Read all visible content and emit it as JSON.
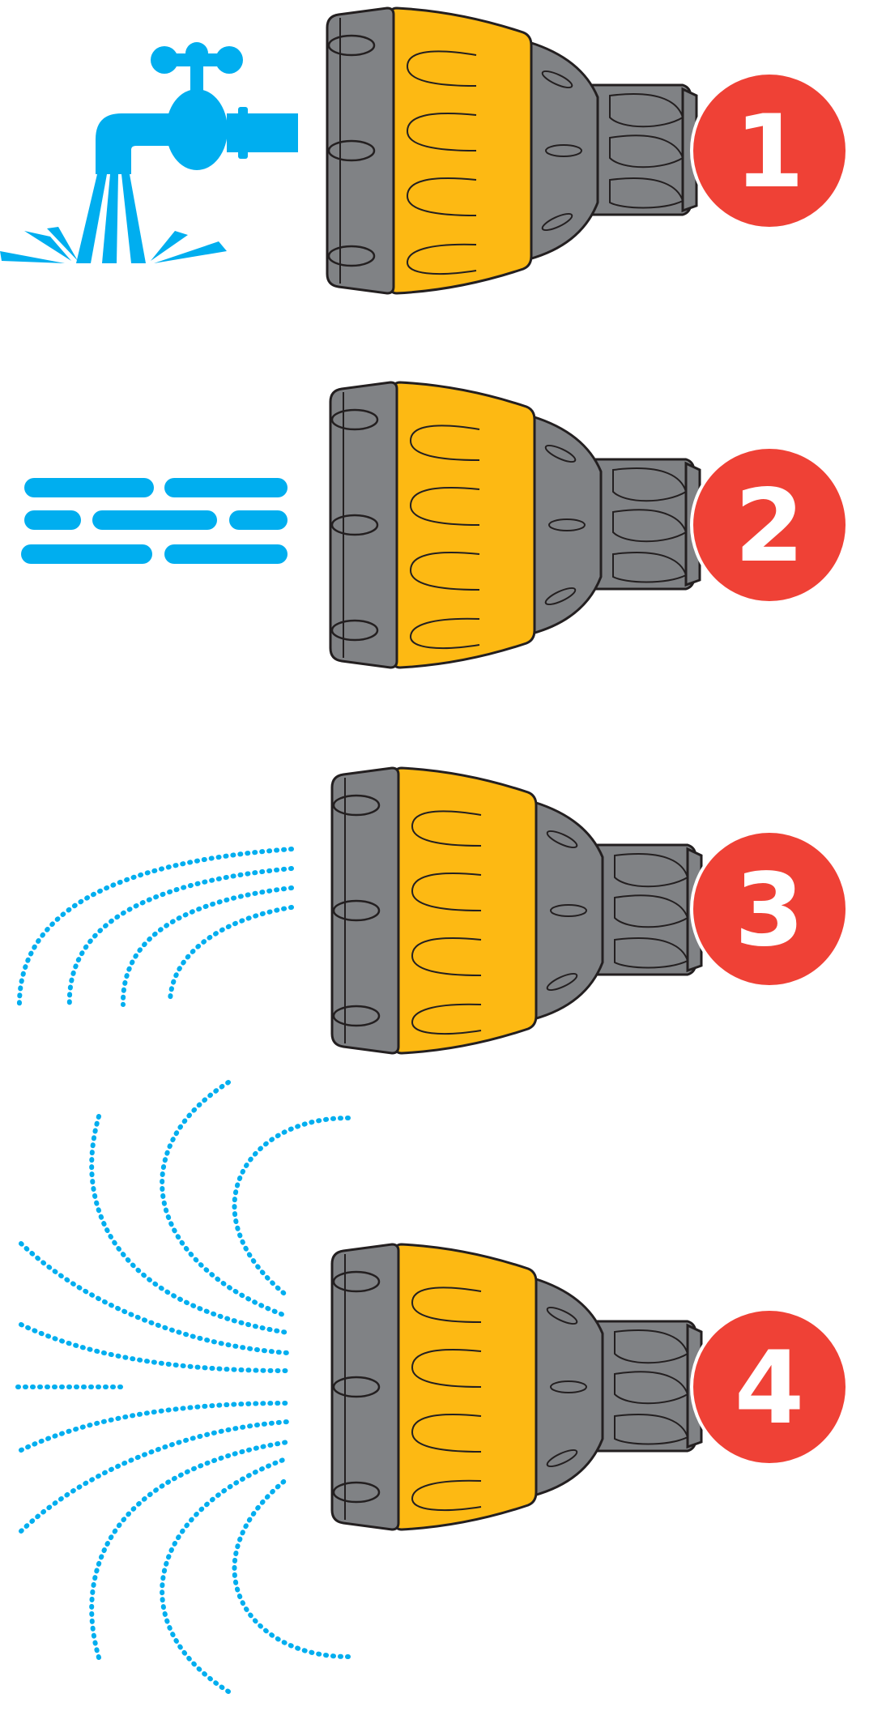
{
  "colors": {
    "water": "#00aeef",
    "nozzle_gray": "#808285",
    "nozzle_yellow": "#fdb913",
    "outline": "#231f20",
    "badge": "#ef4136",
    "badge_text": "#ffffff"
  },
  "steps": [
    {
      "number": "1",
      "icon": "faucet-icon"
    },
    {
      "number": "2",
      "icon": "stream-lines-icon"
    },
    {
      "number": "3",
      "icon": "curved-spray-icon"
    },
    {
      "number": "4",
      "icon": "full-fan-spray-icon"
    }
  ]
}
